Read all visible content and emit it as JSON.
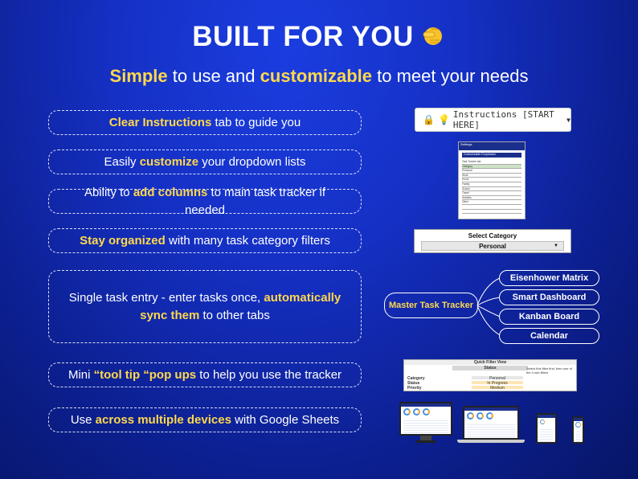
{
  "header": {
    "title": "BUILT FOR YOU",
    "subtitle": {
      "part1": "Simple",
      "part2": " to use and ",
      "part3": "customizable",
      "part4": " to meet your needs"
    }
  },
  "features": [
    {
      "pre": "",
      "hl": "Clear Instructions",
      "post": " tab to guide you",
      "hl2": "",
      "post2": ""
    },
    {
      "pre": "Easily ",
      "hl": "customize",
      "post": " your dropdown lists",
      "hl2": "",
      "post2": ""
    },
    {
      "pre": "Ability to ",
      "hl": "add columns",
      "post": " to main task tracker if needed",
      "hl2": "",
      "post2": ""
    },
    {
      "pre": "",
      "hl": "Stay organized",
      "post": " with many task category filters",
      "hl2": "",
      "post2": ""
    },
    {
      "pre": "Single task entry - enter tasks once, ",
      "hl": "automatically sync them",
      "post": " to other tabs",
      "hl2": "",
      "post2": ""
    },
    {
      "pre": "Mini ",
      "hl": "“tool tip “pop ups",
      "post": " to help you use the tracker",
      "hl2": "",
      "post2": ""
    },
    {
      "pre": "Use ",
      "hl": "across multiple devices",
      "post": " with Google Sheets",
      "hl2": "",
      "post2": ""
    }
  ],
  "instructions_tab": {
    "label": "Instructions [START HERE]"
  },
  "settings_sheet": {
    "header": "Settings",
    "section": "Customizable Dropdowns",
    "column": "Task Tracker tab",
    "rows": [
      "Category",
      "Personal",
      "Work",
      "Home",
      "Family",
      "School",
      "Travel",
      "Hobbies",
      "Other",
      "",
      "",
      ""
    ]
  },
  "select_category": {
    "label": "Select Category",
    "value": "Personal"
  },
  "diagram": {
    "master": "Master Task Tracker",
    "targets": [
      "Eisenhower Matrix",
      "Smart Dashboard",
      "Kanban Board",
      "Calendar"
    ]
  },
  "quick_filter": {
    "title": "Quick Filter View",
    "selected": "Status",
    "tip": "Select this filter first, then one of the 4 sub filters",
    "rows": [
      {
        "key": "Category",
        "value": "Personal"
      },
      {
        "key": "Status",
        "value": "In Progress"
      },
      {
        "key": "Priority",
        "value": "Medium"
      }
    ]
  },
  "colors": {
    "highlight": "#ffd84d",
    "background": "#1530c4"
  }
}
